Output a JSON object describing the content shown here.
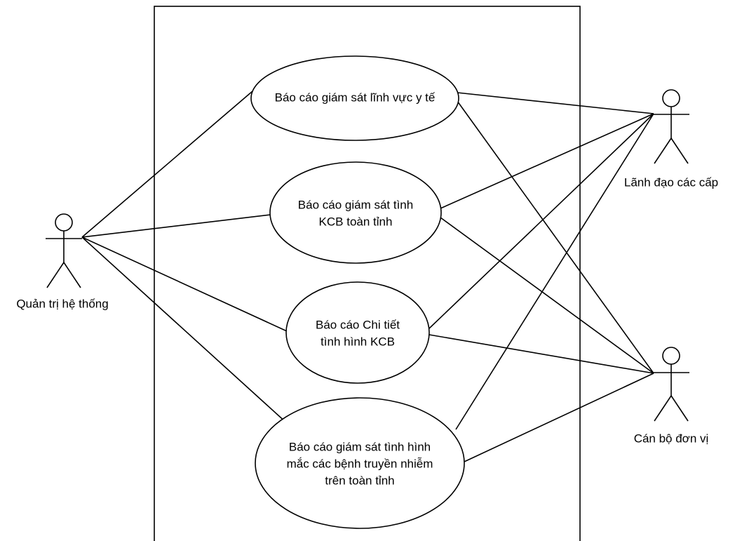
{
  "actors": {
    "admin": {
      "name": "Quản trị hệ thống"
    },
    "leaders": {
      "name": "Lãnh đạo các cấp"
    },
    "staff": {
      "name": "Cán bộ đơn vị"
    }
  },
  "use_cases": [
    {
      "lines": [
        "Báo cáo giám sát lĩnh vực y tế"
      ]
    },
    {
      "lines": [
        "Báo cáo giám sát tình",
        "KCB toàn tỉnh"
      ]
    },
    {
      "lines": [
        "Báo cáo Chi tiết",
        "tình hình KCB"
      ]
    },
    {
      "lines": [
        "Báo cáo giám sát tình hình",
        "mắc các bệnh truyền nhiễm",
        "trên toàn tỉnh"
      ]
    }
  ]
}
